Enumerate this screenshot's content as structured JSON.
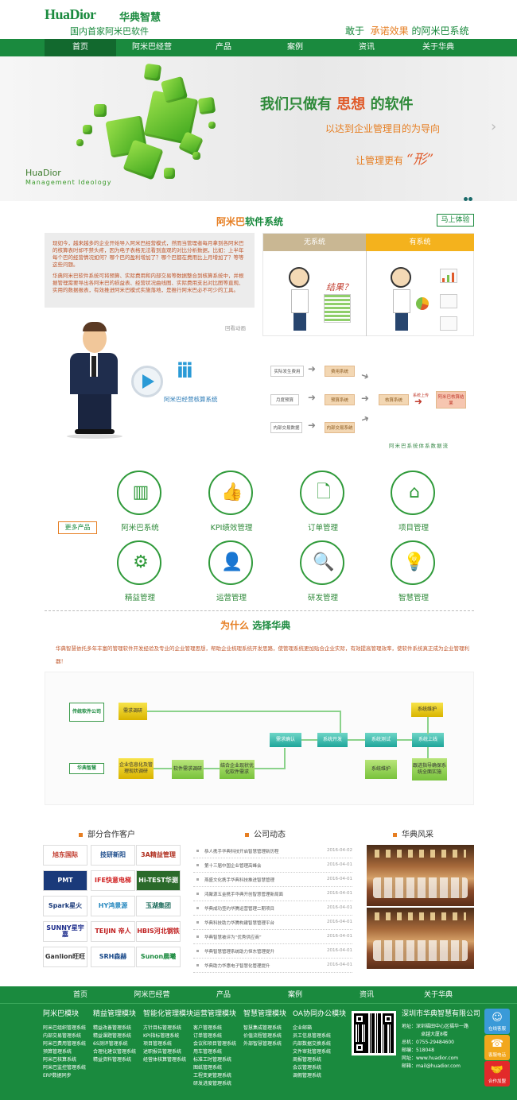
{
  "header": {
    "logo": "HuaDior",
    "logo_cn": "华典智慧",
    "tagline_left": "国内首家阿米巴软件",
    "tagline_right_a": "敢于",
    "tagline_right_b": "承诺效果",
    "tagline_right_c": "的阿米巴系统"
  },
  "nav": [
    "首页",
    "阿米巴经营",
    "产品",
    "案例",
    "资讯",
    "关于华典"
  ],
  "banner": {
    "brand": "HuaDior",
    "brand_sub": "Management  Ideology",
    "h1_a": "我们只做有",
    "h1_b": "思想",
    "h1_c": "的软件",
    "h2": "以达到企业管理目的为导向",
    "h3_a": "让管理更有",
    "h3_b": "“形”",
    "arrow": "›"
  },
  "amoeba": {
    "title_a": "阿米巴",
    "title_b": "软件系统",
    "try_label": "马上体验",
    "desc_1": "现如今，越来越多的企业开始导入阿米巴经营模式，然而当管理者每月拿到各阿米巴的核算表时却不禁头疼，因为电子表格无法看到直观的对比分析数据，比如：上半年每个巴的经营情况如何？哪个巴的盈利增加了？哪个巴都在费用比上月增加了？等等这些问题。",
    "desc_2": "华典阿米巴软件系统可将预算、实际费用和内部交易等数据整合到核算系统中，并根据管理需要导出各阿米巴的损益表、经营状况曲线图、实际费用支出对比图等直观、实用的数据报表，有效推进阿米巴模式实施落地，是推行阿米巴必不可少的工具。",
    "replay": "回看动画",
    "no_system": "无系统",
    "has_system": "有系统",
    "question": "结果？",
    "play_caption": "阿米巴经营核算系统",
    "people_icon": "iii",
    "flow": {
      "actual": "实际发生费用",
      "expense_sys": "费用系统",
      "budget": "月度预算",
      "budget_sys": "预算系统",
      "internal": "内部交易数据",
      "internal_sys": "内部交易系统",
      "calc_sys": "核算系统",
      "upload": "系统上传",
      "result": "阿米巴核算结果",
      "caption": "阿米巴系统体系数据流"
    }
  },
  "products": {
    "more": "更多产品",
    "items": [
      {
        "label": "阿米巴系统",
        "icon": "▥"
      },
      {
        "label": "KPI绩效管理",
        "icon": "👍"
      },
      {
        "label": "订单管理",
        "icon": "🗋"
      },
      {
        "label": "项目管理",
        "icon": "⌂"
      },
      {
        "label": "精益管理",
        "icon": "⚙"
      },
      {
        "label": "运营管理",
        "icon": "👤"
      },
      {
        "label": "研发管理",
        "icon": "🔍"
      },
      {
        "label": "智慧管理",
        "icon": "💡"
      }
    ]
  },
  "why": {
    "title_a": "为什么",
    "title_b": "选择华典",
    "desc": "华典智慧依托多年丰富的管理软件开发经验及专业的企业管理思想，帮助企业梳理系统开发思路，使管理系统更加贴合企业实际，有效提高管理效率，使软件系统真正成为企业管理利器！",
    "traditional": "传统软件公司",
    "huadian": "华典智慧",
    "req_survey": "需求调研",
    "info_survey": "企业信息化及管理现状调研",
    "soft_req": "软件需求调研",
    "combine": "结合企业现状优化软件需求",
    "req_confirm": "需求确认",
    "sys_dev": "系统开发",
    "sys_test": "系统测试",
    "sys_online": "系统上线",
    "sys_maint_top": "系统维护",
    "sys_maint_bot": "系统维护",
    "follow": "跟进指导确保系统全面实施"
  },
  "clients": {
    "title": "部分合作客户",
    "logos": [
      "旭东国际",
      "技研新阳",
      "3A精益管理",
      "PMT",
      "IFE快意电梯",
      "Hi-TEST华测",
      "Spark星火",
      "HY鸿景源",
      "玉湖集团",
      "SUNNY星宇嘉",
      "TEIJIN 帝人",
      "HBIS河北钢铁",
      "Ganlion旺旺",
      "SRH森赫",
      "Sunon晨曦"
    ]
  },
  "news": {
    "title": "公司动态",
    "items": [
      {
        "t": "恭人携手华典科技开启智慧管理新历程",
        "d": "2016-04-02"
      },
      {
        "t": "第十三届中国企业管理高峰会",
        "d": "2016-04-01"
      },
      {
        "t": "燕盛文化携手华典科技推进智慧管理",
        "d": "2016-04-01"
      },
      {
        "t": "鸿聚源五金携手华典开创智慧管理新局面",
        "d": "2016-04-01"
      },
      {
        "t": "华典成功签约华腾运营管理二期项目",
        "d": "2016-04-01"
      },
      {
        "t": "华典科技助力华腾构建智慧管理平台",
        "d": "2016-04-01"
      },
      {
        "t": "华典智慧被评为“优秀供应商”",
        "d": "2016-04-01"
      },
      {
        "t": "华典智慧管理系统助力恒东管理提升",
        "d": "2016-04-01"
      },
      {
        "t": "华典助力华惠电子智慧化管理提升",
        "d": "2016-04-01"
      }
    ]
  },
  "style_title": "华典风采",
  "footer": {
    "nav": [
      "首页",
      "阿米巴经营",
      "产品",
      "案例",
      "资讯",
      "关于华典"
    ],
    "cols": [
      {
        "h": "阿米巴模块",
        "items": [
          "阿米巴组织管理系统",
          "内部交易管理系统",
          "阿米巴费用管理系统",
          "预算管理系统",
          "阿米巴核算系统",
          "阿米巴监控管理系统",
          "ERP数据同步"
        ]
      },
      {
        "h": "精益管理模块",
        "items": [
          "精益改善管理系统",
          "精益课题管理系统",
          "6S测评管理系统",
          "合理化建议管理系统",
          "精益资料管理系统"
        ]
      },
      {
        "h": "智能化管理模块",
        "items": [
          "方针目标管理系统",
          "KPI指标管理系统",
          "项目管理系统",
          "述职报告管理系统",
          "经营体核算管理系统"
        ]
      },
      {
        "h": "运营管理模块",
        "items": [
          "客户管理系统",
          "订单管理系统",
          "会议和项目管理系统",
          "用车管理系统",
          "标准工时管理系统",
          "图纸管理系统",
          "工程变更管理系统",
          "研发进度管理系统"
        ]
      },
      {
        "h": "智慧管理模块",
        "items": [
          "智慧集成管理系统",
          "价值流程管理系统",
          "外部智慧管理系统"
        ]
      },
      {
        "h": "OA协同办公模块",
        "items": [
          "企业邮箱",
          "员工信息管理系统",
          "内部数据交换系统",
          "文件审批管理系统",
          "周报管理系统",
          "会议管理系统",
          "调假管理系统"
        ]
      }
    ],
    "company": "深圳市华典智慧有限公司",
    "addr_1": "地址：深圳福田中心区福华一路",
    "addr_2": "卓越大厦8楼",
    "tel": "总机：0755-29484600",
    "fax": "邮编：518048",
    "mail": "邮箱：mail@huadior.com",
    "web": "网址：www.huadior.com"
  },
  "side": [
    {
      "label": "在线客服",
      "icon": "☺",
      "color": "#3a9ad8"
    },
    {
      "label": "客服电话",
      "icon": "☎",
      "color": "#f2a71d"
    },
    {
      "label": "合作加盟",
      "icon": "🤝",
      "color": "#e22a2a"
    }
  ]
}
